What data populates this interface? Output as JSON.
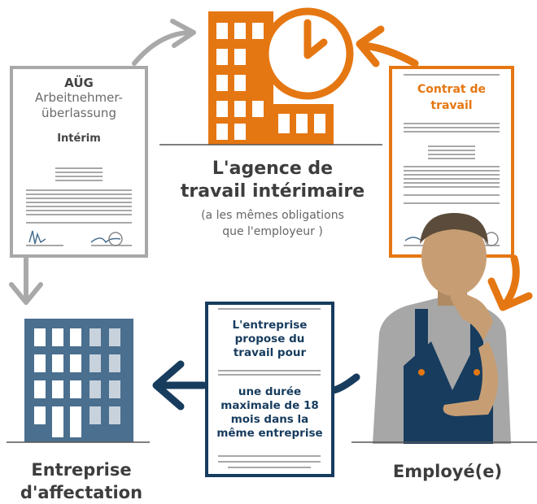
{
  "agency": {
    "title_line1": "L'agence de",
    "title_line2": "travail intérimaire",
    "subtitle_line1": "(a les mêmes obligations",
    "subtitle_line2": "que l'employeur )"
  },
  "aug_document": {
    "title": "AÜG",
    "line1": "Arbeitnehmer-",
    "line2": "überlassung",
    "subtitle": "Intérim"
  },
  "contract_document": {
    "line1": "Contrat de",
    "line2": "travail"
  },
  "middle_document": {
    "line1": "L'entreprise",
    "line2": "propose du",
    "line3": "travail pour",
    "line4": "une durée",
    "line5": "maximale de 18",
    "line6": "mois dans la",
    "line7": "même entreprise"
  },
  "entreprise": {
    "line1": "Entreprise",
    "line2": "d'affectation"
  },
  "employee": {
    "label": "Employé(e)"
  },
  "colors": {
    "orange": "#e57712",
    "navy": "#173c5e",
    "slate_blue": "#4a6f8f",
    "gray": "#a8a8a8",
    "dark_text": "#3d3d3d"
  }
}
